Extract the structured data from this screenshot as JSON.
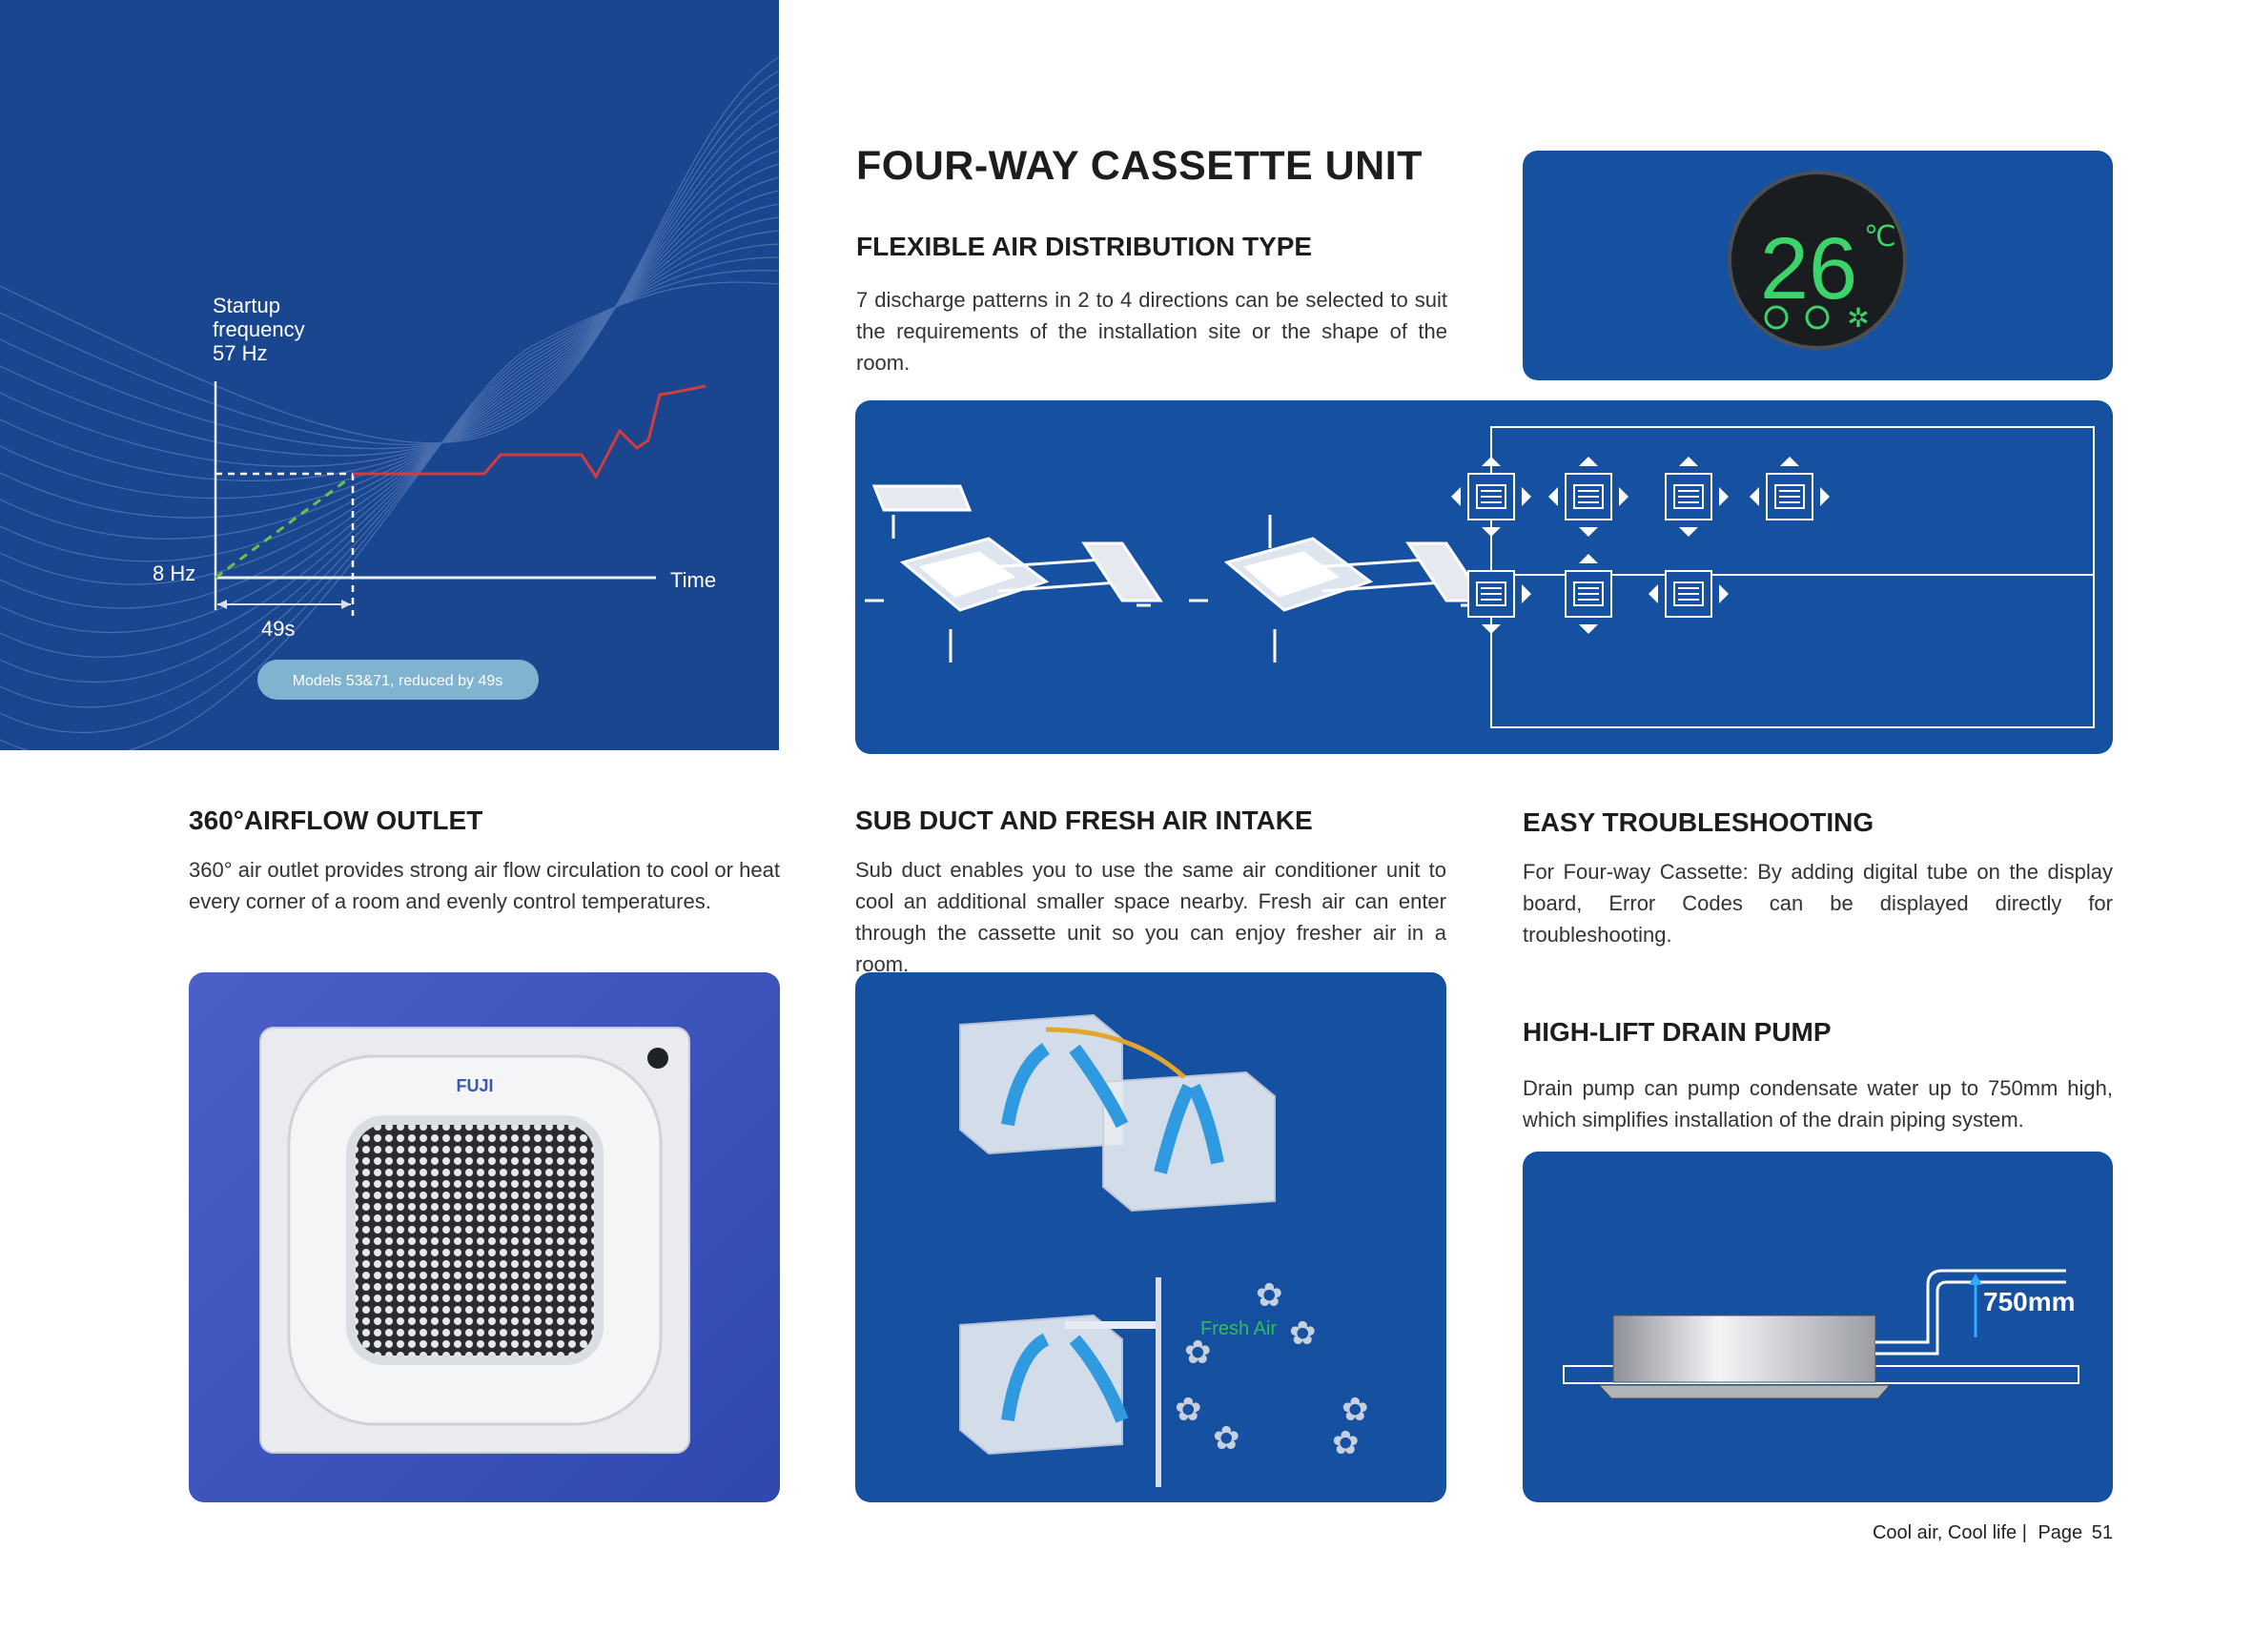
{
  "hero_chart": {
    "y_label": [
      "Startup",
      "frequency",
      "57 Hz"
    ],
    "y_min_label": "8 Hz",
    "x_label": "Time",
    "interval_label": "49s",
    "badge": "Models 53&71, reduced by 49s",
    "colors": {
      "background": "#1a4690",
      "line": "#d23c3c",
      "ramp": "#6cc04a",
      "badge": "#7fb3cf"
    }
  },
  "header": {
    "title": "FOUR-WAY CASSETTE UNIT"
  },
  "flexible": {
    "title": "FLEXIBLE AIR DISTRIBUTION TYPE",
    "text": "7 discharge patterns in 2 to 4 directions can be selected to suit the requirements of the installation site or the shape of the room."
  },
  "display_panel": {
    "temperature": "26",
    "unit": "℃"
  },
  "airflow": {
    "title": "360°AIRFLOW OUTLET",
    "text": "360° air outlet provides strong air flow circulation to cool or heat every corner of a room and evenly control temperatures.",
    "brand": "FUJI"
  },
  "subduct": {
    "title": "SUB DUCT AND FRESH AIR INTAKE",
    "text": "Sub duct enables you to use the same air conditioner unit to cool an additional smaller space nearby. Fresh air can enter through the cassette unit so you can enjoy fresher air in a room.",
    "fresh_air_label": "Fresh Air"
  },
  "troubleshooting": {
    "title": "EASY TROUBLESHOOTING",
    "text": "For Four-way Cassette: By adding digital tube on the display board, Error Codes can be displayed directly for troubleshooting."
  },
  "drain": {
    "title": "HIGH-LIFT DRAIN PUMP",
    "text": "Drain pump can pump condensate water up to 750mm high, which simplifies installation of the drain piping system.",
    "height_label": "750mm"
  },
  "footer": {
    "slogan": "Cool air, Cool life |",
    "page_label": "Page",
    "page_number": "51"
  }
}
